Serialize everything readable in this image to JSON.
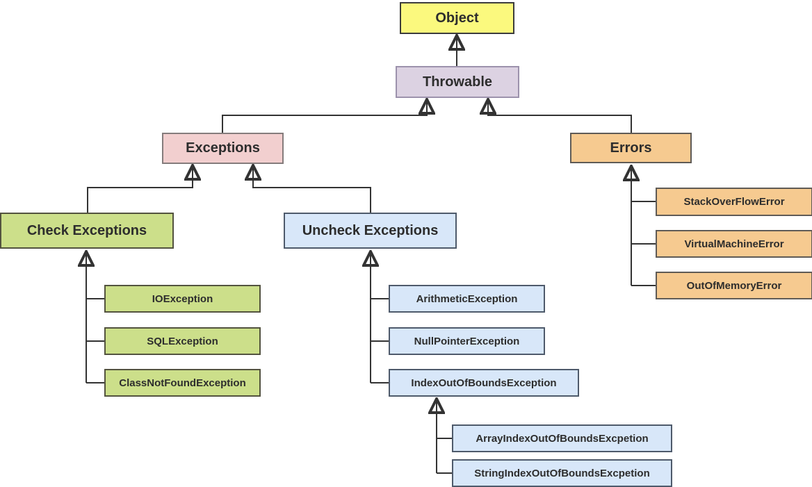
{
  "diagram": {
    "type": "hierarchy",
    "nodes": {
      "object": {
        "label": "Object",
        "color": "#FBF97E"
      },
      "throwable": {
        "label": "Throwable",
        "color": "#DCD2E2"
      },
      "exceptions": {
        "label": "Exceptions",
        "color": "#F2CFCF"
      },
      "errors": {
        "label": "Errors",
        "color": "#F6CA90"
      },
      "check_exceptions": {
        "label": "Check Exceptions",
        "color": "#CCDF8A"
      },
      "uncheck_exceptions": {
        "label": "Uncheck Exceptions",
        "color": "#D8E7F9"
      },
      "io_exception": {
        "label": "IOException",
        "color": "#CCDF8A"
      },
      "sql_exception": {
        "label": "SQLException",
        "color": "#CCDF8A"
      },
      "class_not_found_exception": {
        "label": "ClassNotFoundException",
        "color": "#CCDF8A"
      },
      "arithmetic_exception": {
        "label": "ArithmeticException",
        "color": "#D8E7F9"
      },
      "null_pointer_exception": {
        "label": "NullPointerException",
        "color": "#D8E7F9"
      },
      "index_out_of_bounds_exception": {
        "label": "IndexOutOfBoundsException",
        "color": "#D8E7F9"
      },
      "array_index_out_of_bounds": {
        "label": "ArrayIndexOutOfBoundsExcpetion",
        "color": "#D8E7F9"
      },
      "string_index_out_of_bounds": {
        "label": "StringIndexOutOfBoundsExcpetion",
        "color": "#D8E7F9"
      },
      "stack_overflow_error": {
        "label": "StackOverFlowError",
        "color": "#F6CA90"
      },
      "virtual_machine_error": {
        "label": "VirtualMachineError",
        "color": "#F6CA90"
      },
      "out_of_memory_error": {
        "label": "OutOfMemoryError",
        "color": "#F6CA90"
      }
    },
    "edges": [
      {
        "from": "throwable",
        "to": "object"
      },
      {
        "from": "exceptions",
        "to": "throwable"
      },
      {
        "from": "errors",
        "to": "throwable"
      },
      {
        "from": "check_exceptions",
        "to": "exceptions"
      },
      {
        "from": "uncheck_exceptions",
        "to": "exceptions"
      },
      {
        "from": "io_exception",
        "to": "check_exceptions"
      },
      {
        "from": "sql_exception",
        "to": "check_exceptions"
      },
      {
        "from": "class_not_found_exception",
        "to": "check_exceptions"
      },
      {
        "from": "arithmetic_exception",
        "to": "uncheck_exceptions"
      },
      {
        "from": "null_pointer_exception",
        "to": "uncheck_exceptions"
      },
      {
        "from": "index_out_of_bounds_exception",
        "to": "uncheck_exceptions"
      },
      {
        "from": "array_index_out_of_bounds",
        "to": "index_out_of_bounds_exception"
      },
      {
        "from": "string_index_out_of_bounds",
        "to": "index_out_of_bounds_exception"
      },
      {
        "from": "stack_overflow_error",
        "to": "errors"
      },
      {
        "from": "virtual_machine_error",
        "to": "errors"
      },
      {
        "from": "out_of_memory_error",
        "to": "errors"
      }
    ],
    "colors": {
      "line": "#333333",
      "arrow": "#222222",
      "text": "#2D2D2D",
      "background": "#FFFFFF"
    }
  }
}
